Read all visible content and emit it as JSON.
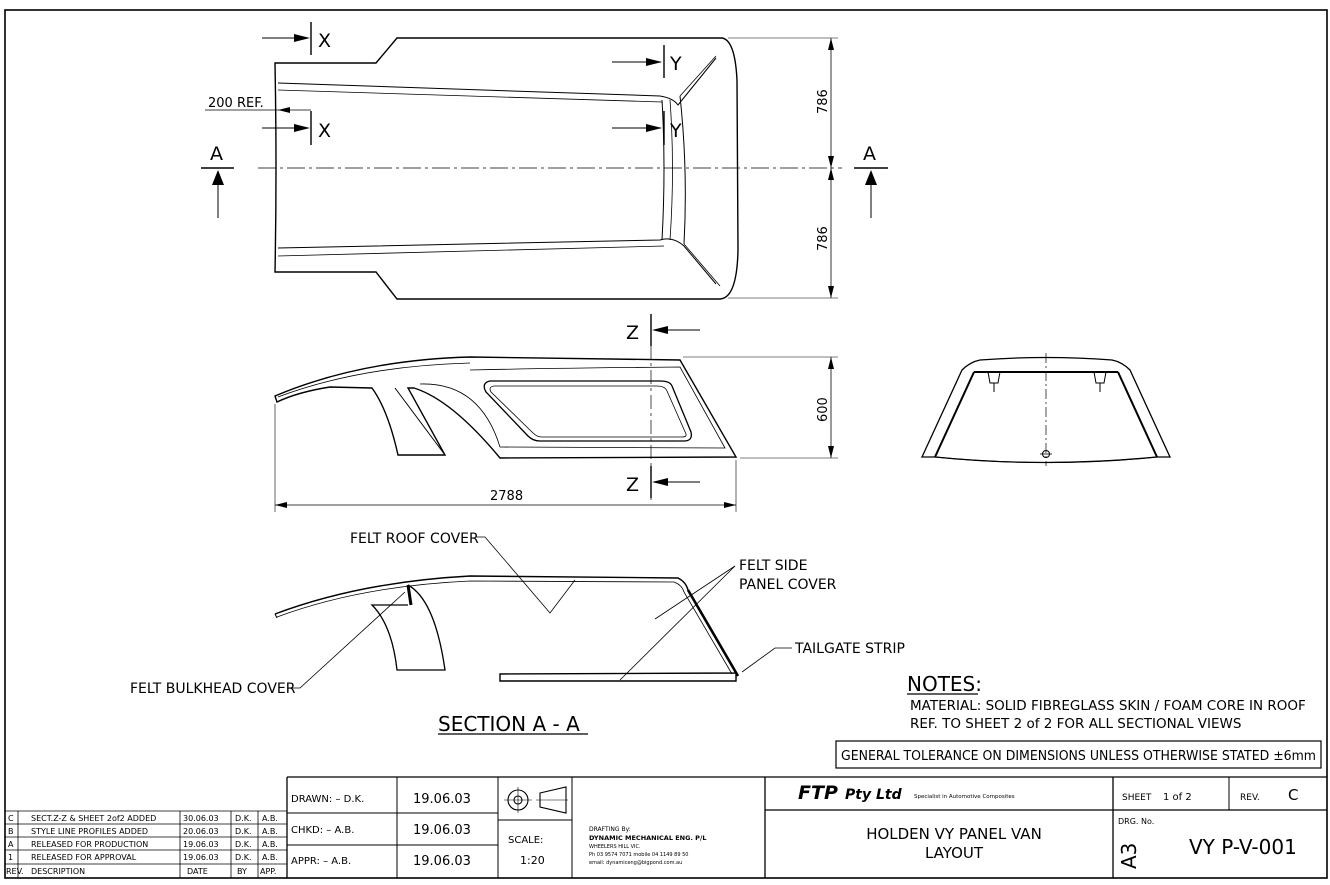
{
  "plan_view": {
    "section_x_top": "X",
    "section_x_bottom": "X",
    "section_y_top": "Y",
    "section_y_bottom": "Y",
    "ref_dimension": "200 REF.",
    "section_a_left": "A",
    "section_a_right": "A",
    "dim_upper": "786",
    "dim_lower": "786"
  },
  "side_view": {
    "section_z_top": "Z",
    "section_z_bottom": "Z",
    "dim_height": "600",
    "dim_length": "2788"
  },
  "section_view": {
    "felt_roof_cover": "FELT ROOF COVER",
    "felt_side_panel_cover_line1": "FELT SIDE",
    "felt_side_panel_cover_line2": "PANEL COVER",
    "tailgate_strip": "TAILGATE STRIP",
    "felt_bulkhead_cover": "FELT BULKHEAD COVER",
    "section_title": "SECTION  A - A"
  },
  "notes": {
    "heading": "NOTES:",
    "line1": "MATERIAL: SOLID FIBREGLASS SKIN / FOAM CORE IN ROOF",
    "line2": "REF. TO SHEET 2 of 2 FOR ALL SECTIONAL VIEWS",
    "tolerance": "GENERAL TOLERANCE ON DIMENSIONS UNLESS OTHERWISE STATED ±6mm"
  },
  "revisions": {
    "rows": [
      {
        "rev": "C",
        "description": "SECT.Z-Z & SHEET 2of2 ADDED",
        "date": "30.06.03",
        "by": "D.K.",
        "app": "A.B."
      },
      {
        "rev": "B",
        "description": "STYLE LINE PROFILES ADDED",
        "date": "20.06.03",
        "by": "D.K.",
        "app": "A.B."
      },
      {
        "rev": "A",
        "description": "RELEASED FOR PRODUCTION",
        "date": "19.06.03",
        "by": "D.K.",
        "app": "A.B."
      },
      {
        "rev": "1",
        "description": "RELEASED FOR APPROVAL",
        "date": "19.06.03",
        "by": "D.K.",
        "app": "A.B."
      }
    ],
    "header": {
      "rev": "REV.",
      "description": "DESCRIPTION",
      "date": "DATE",
      "by": "BY",
      "app": "APP."
    }
  },
  "title_block": {
    "drawn_label": "DRAWN: – D.K.",
    "drawn_date": "19.06.03",
    "chkd_label": "CHKD: – A.B.",
    "chkd_date": "19.06.03",
    "appr_label": "APPR: – A.B.",
    "appr_date": "19.06.03",
    "scale_label": "SCALE:",
    "scale_value": "1:20",
    "drafting_by": "DRAFTING By:",
    "drafting_company": "DYNAMIC MECHANICAL ENG. P/L",
    "drafting_location": "WHEELERS HILL VIC.",
    "drafting_phone": "Ph 03 9574 7071 mobile 04 1149 89 50",
    "drafting_email": "email: dynamiceng@bigpond.com.au",
    "company": "FTP",
    "company_suffix": "Pty Ltd",
    "company_tagline": "Specialist in Automotive Composites",
    "sheet_label": "SHEET",
    "sheet_value": "1 of 2",
    "rev_label": "REV.",
    "rev_value": "C",
    "title_line1": "HOLDEN VY PANEL VAN",
    "title_line2": "LAYOUT",
    "drg_label": "DRG. No.",
    "paper_size": "A3",
    "drg_number": "VY P-V-001"
  },
  "colors": {
    "line": "#000000",
    "background": "#ffffff"
  }
}
